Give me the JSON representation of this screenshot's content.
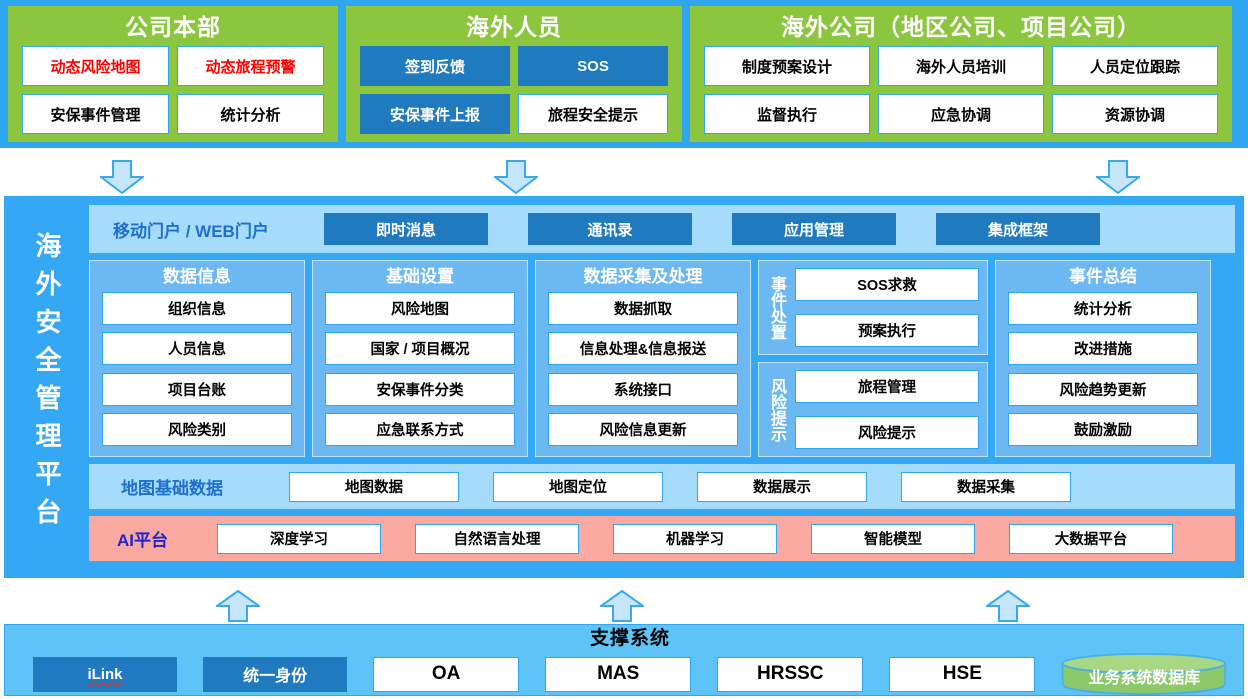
{
  "top": {
    "panels": [
      {
        "title": "公司本部",
        "columns": 2,
        "items": [
          {
            "label": "动态风险地图",
            "style": "white-red"
          },
          {
            "label": "动态旅程预警",
            "style": "white-red"
          },
          {
            "label": "安保事件管理",
            "style": "white"
          },
          {
            "label": "统计分析",
            "style": "white"
          }
        ]
      },
      {
        "title": "海外人员",
        "columns": 2,
        "items": [
          {
            "label": "签到反馈",
            "style": "blue"
          },
          {
            "label": "SOS",
            "style": "blue"
          },
          {
            "label": "安保事件上报",
            "style": "blue"
          },
          {
            "label": "旅程安全提示",
            "style": "white"
          }
        ]
      },
      {
        "title": "海外公司（地区公司、项目公司）",
        "columns": 3,
        "items": [
          {
            "label": "制度预案设计",
            "style": "white"
          },
          {
            "label": "海外人员培训",
            "style": "white"
          },
          {
            "label": "人员定位跟踪",
            "style": "white"
          },
          {
            "label": "监督执行",
            "style": "white"
          },
          {
            "label": "应急协调",
            "style": "white"
          },
          {
            "label": "资源协调",
            "style": "white"
          }
        ]
      }
    ]
  },
  "arrows": {
    "down": [
      "down-arrow-1",
      "down-arrow-2",
      "down-arrow-3"
    ],
    "up": [
      "up-arrow-1",
      "up-arrow-2",
      "up-arrow-3"
    ]
  },
  "platform": {
    "title_chars": [
      "海",
      "外",
      "安",
      "全",
      "管",
      "理",
      "平",
      "台"
    ],
    "portal": {
      "label": "移动门户 / WEB门户",
      "buttons": [
        "即时消息",
        "通讯录",
        "应用管理",
        "集成框架"
      ]
    },
    "columns": [
      {
        "title": "数据信息",
        "items": [
          "组织信息",
          "人员信息",
          "项目台账",
          "风险类别"
        ]
      },
      {
        "title": "基础设置",
        "items": [
          "风险地图",
          "国家 / 项目概况",
          "安保事件分类",
          "应急联系方式"
        ]
      },
      {
        "title": "数据采集及处理",
        "items": [
          "数据抓取",
          "信息处理&信息报送",
          "系统接口",
          "风险信息更新"
        ]
      }
    ],
    "dual": [
      {
        "label": "事件处置",
        "items": [
          "SOS求救",
          "预案执行"
        ]
      },
      {
        "label": "风险提示",
        "items": [
          "旅程管理",
          "风险提示"
        ]
      }
    ],
    "summary": {
      "title": "事件总结",
      "items": [
        "统计分析",
        "改进措施",
        "风险趋势更新",
        "鼓励激励"
      ]
    },
    "map": {
      "label": "地图基础数据",
      "items": [
        "地图数据",
        "地图定位",
        "数据展示",
        "数据采集"
      ]
    },
    "ai": {
      "label": "AI平台",
      "items": [
        "深度学习",
        "自然语言处理",
        "机器学习",
        "智能模型",
        "大数据平台"
      ]
    }
  },
  "support": {
    "title": "支撑系统",
    "systems": [
      {
        "label": "iLink",
        "style": "blue-underline"
      },
      {
        "label": "统一身份",
        "style": "blue"
      },
      {
        "label": "OA",
        "style": "white"
      },
      {
        "label": "MAS",
        "style": "white"
      },
      {
        "label": "HRSSC",
        "style": "white"
      },
      {
        "label": "HSE",
        "style": "white"
      },
      {
        "label": "业务系统数据库",
        "style": "cylinder"
      }
    ]
  },
  "colors": {
    "brand_blue": "#2ea7f0",
    "panel_green": "#8cc63e",
    "button_blue": "#1f7ac0",
    "alert_red": "#ff0000",
    "ai_pink": "#f9a9a0",
    "light_blue": "#a6dcfb",
    "column_blue": "#6cb8f2",
    "db_green": "#8cc96a"
  }
}
